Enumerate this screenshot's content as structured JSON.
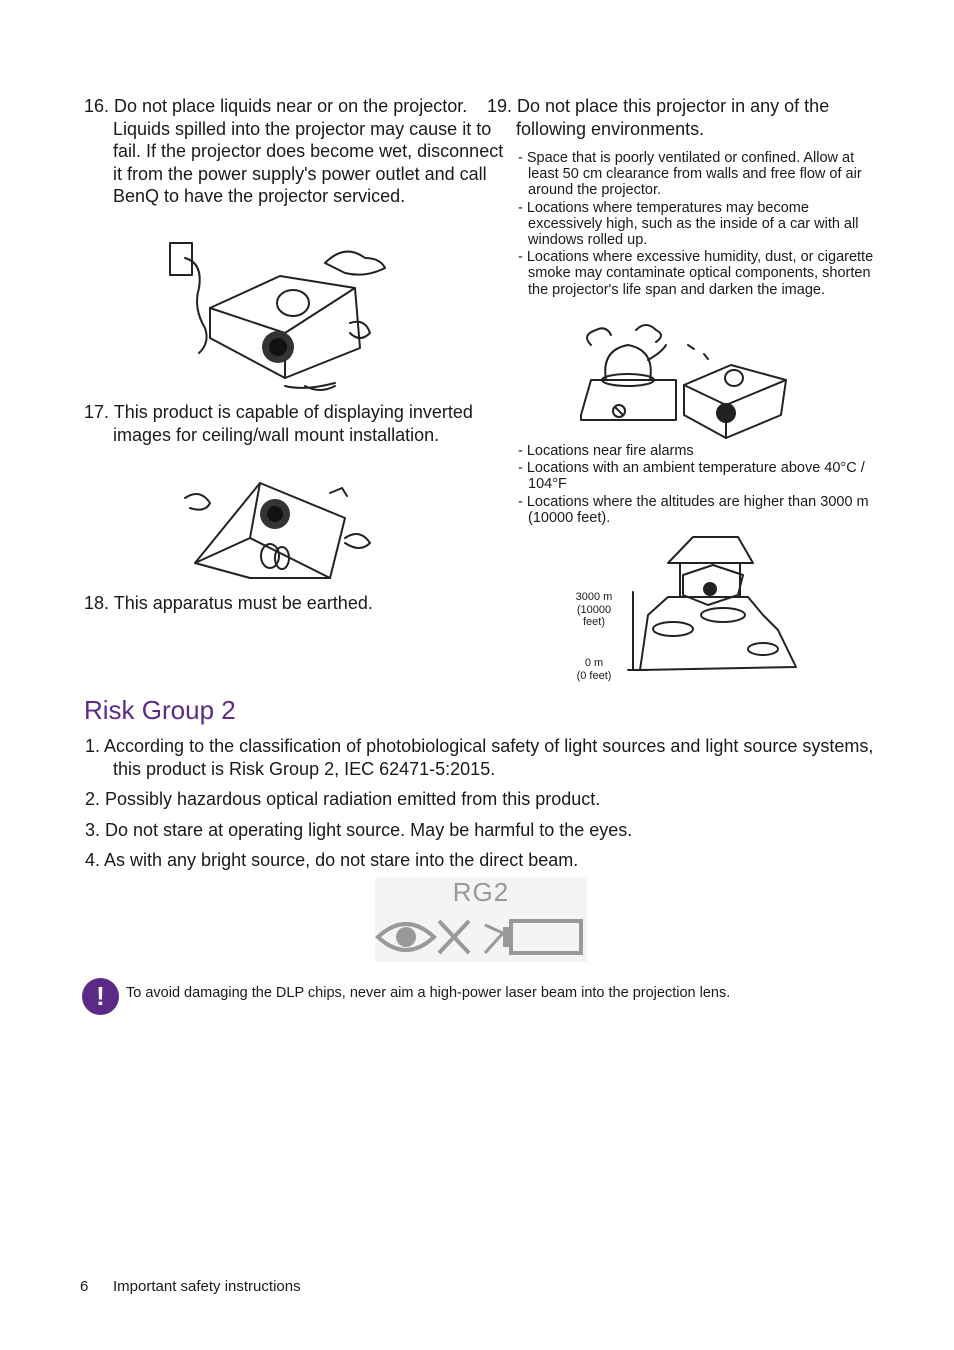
{
  "items": {
    "i16": "16. Do not place liquids near or on the projector. Liquids spilled into the projector may cause it to fail. If the projector does become wet, disconnect it from the power supply's power outlet and call BenQ to have the projector serviced.",
    "i17": "17. This product is capable of displaying inverted images for ceiling/wall mount installation.",
    "i18": "18. This apparatus must be earthed.",
    "i19": "19. Do not place this projector in any of the following environments."
  },
  "env_list_a": [
    "- Space that is poorly ventilated or confined. Allow at least 50 cm clearance from walls and free flow of air around the projector.",
    "- Locations where temperatures may become excessively high, such as the inside of a car with all windows rolled up.",
    "- Locations where excessive humidity, dust, or cigarette smoke may contaminate optical components, shorten the projector's life span and darken the image."
  ],
  "env_list_b": [
    "- Locations near fire alarms",
    "- Locations with an ambient temperature above 40°C / 104°F",
    "- Locations where the altitudes are higher than 3000 m (10000 feet)."
  ],
  "altitude": {
    "high_line1": "3000 m",
    "high_line2": "(10000",
    "high_line3": "feet)",
    "low_line1": "0 m",
    "low_line2": "(0 feet)"
  },
  "risk": {
    "heading": "Risk Group 2",
    "items": [
      "1.  According to the classification of photobiological safety of light sources and light source systems, this product is Risk Group 2, IEC 62471-5:2015.",
      "2.  Possibly hazardous optical radiation emitted from this product.",
      "3.  Do not stare at operating light source. May be harmful to the eyes.",
      "4.  As with any bright source, do not stare into the direct beam."
    ],
    "rg_label": "RG2"
  },
  "notice": {
    "icon": "exclamation-icon",
    "text": "To avoid damaging the DLP chips, never aim a high-power laser beam into the projection lens.",
    "icon_color": "#5b2a86"
  },
  "footer": {
    "page_number": "6",
    "section": "Important safety instructions"
  }
}
